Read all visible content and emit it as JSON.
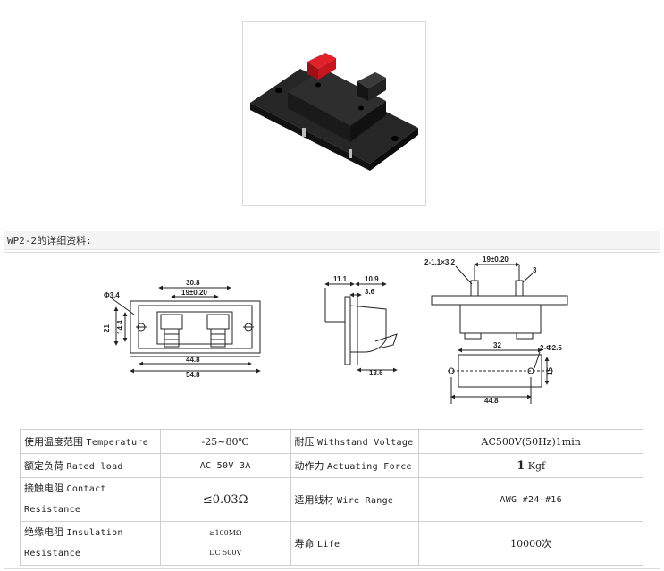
{
  "section_title": "WP2-2的详细资料:",
  "drawing_labels": {
    "front": {
      "hole_dia": "Φ3.4",
      "width_top": "30.8",
      "pitch_top": "19±0.20",
      "height_a": "14.4",
      "height_b": "21",
      "width_mid": "44.8",
      "width_total": "54.8"
    },
    "side": {
      "d1": "11.1",
      "d2": "10.9",
      "d3": "3.6",
      "d4": "13.6"
    },
    "right": {
      "slot": "2-1.1×3.2",
      "pitch": "19±0.20",
      "pin": "3",
      "body_w": "32",
      "holes": "2-Φ2.5",
      "body_h": "15",
      "base_w": "44.8"
    }
  },
  "specs": [
    {
      "label": "使用温度范围",
      "label_en": "Temperature",
      "value": "-25~80℃",
      "label2": "耐压",
      "label2_en": "Withstand Voltage",
      "value2": "AC500V(50Hz)1min"
    },
    {
      "label": "额定负荷",
      "label_en": "Rated load",
      "value": "AC 50V 3A",
      "label2": "动作力",
      "label2_en": "Actuating Force",
      "value2_num": "1",
      "value2_unit": "Kgf"
    },
    {
      "label": "接触电阻",
      "label_en": "Contact",
      "label_en2": "Resistance",
      "value": "≤0.03Ω",
      "label2": "适用线材",
      "label2_en": "Wire Range",
      "value2": "AWG #24-#16"
    },
    {
      "label": "绝缘电阻",
      "label_en": "Insulation",
      "label_en2": "Resistance",
      "value_line1": "≥100MΩ",
      "value_line2": "DC 500V",
      "label2": "寿命",
      "label2_en": "Life",
      "value2": "10000次"
    }
  ],
  "colors": {
    "terminal_body": "#1f1f1f",
    "red_lever": "#d8171e",
    "line": "#222222"
  }
}
